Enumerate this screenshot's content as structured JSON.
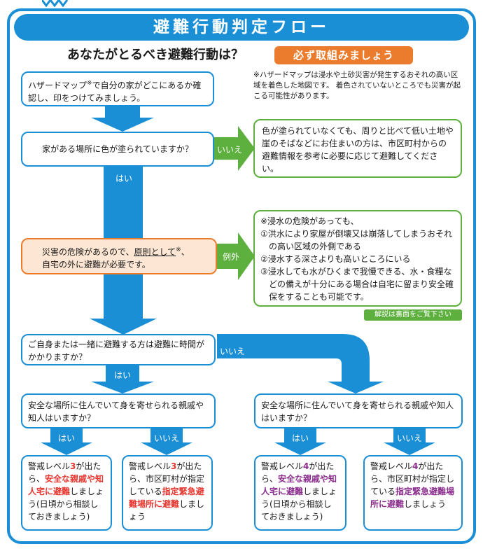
{
  "title": "避難行動判定フロー",
  "question": "あなたがとるべき避難行動は？",
  "must_badge": "必ず取組みましょう",
  "hazard_box": {
    "pre": "ハザードマップ",
    "mark": "※",
    "post": "で自分の家がどこにあるか確認し、印をつけてみましょう。"
  },
  "hazard_note": "※ハザードマップは浸水や土砂災害が発生するおそれの高い区域を着色した地図です。 着色されていないところでも災害が起こる可能性があります。",
  "color_question": "家がある場所に色が塗られていますか？",
  "iie_1": "いいえ",
  "not_colored_box": "色が塗られていなくても、周りと比べて低い土地や崖のそばなどにお住まいの方は、市区町村からの避難情報を参考に必要に応じて避難してください。",
  "hai_1": "はい",
  "danger_box": {
    "line1_pre": "災害の危険があるので、",
    "line1_u": "原則として",
    "line1_mark": "※",
    "line1_post": "、",
    "line2": "自宅の外に避難が必要です。"
  },
  "exception_label": "例外",
  "exception_box": {
    "intro": "※浸水の危険があっても、",
    "items": [
      "①洪水により家屋が倒壊又は崩落してしまうおそれの高い区域の外側である",
      "②浸水する深さよりも高いところにいる",
      "③浸水しても水がひくまで我慢できる、水・食糧などの備えが十分にある場合は自宅に留まり安全確保をすることも可能です。"
    ]
  },
  "guide_badge": "解説は裏面をご覧下さい",
  "time_question": "ご自身または一緒に避難する方は避難に時間がかかりますか？",
  "iie_2": "いいえ",
  "hai_2": "はい",
  "relatives_question_left": "安全な場所に住んでいて身を寄せられる親戚や知人はいますか？",
  "relatives_question_right": "安全な場所に住んでいて身を寄せられる親戚や知人はいますか？",
  "hai_3": "はい",
  "iie_3": "いいえ",
  "hai_4": "はい",
  "iie_4": "いいえ",
  "result_1": {
    "pre": "警戒レベル",
    "level": "3",
    "mid": "が出たら、",
    "hl": "安全な親戚や知人宅に避難",
    "post": "しましょう(日頃から相談しておきましょう)"
  },
  "result_2": {
    "pre": "警戒レベル",
    "level": "3",
    "mid": "が出たら、市区町村が指定している",
    "hl": "指定緊急避難場所に避難",
    "post": "しましょう"
  },
  "result_3": {
    "pre": "警戒レベル",
    "level": "4",
    "mid": "が出たら、",
    "hl": "安全な親戚や知人宅に避難",
    "post": "しましょう(日頃から相談しておきましょう)"
  },
  "result_4": {
    "pre": "警戒レベル",
    "level": "4",
    "mid": "が出たら、市区町村が指定している",
    "hl": "指定緊急避難場所に避難",
    "post": "しましょう"
  },
  "colors": {
    "blue": "#1a8fd6",
    "green": "#5db03e",
    "orange": "#ec7c2d",
    "red": "#e8352e",
    "purple": "#8b2d8d",
    "peach": "#fde7d4"
  }
}
